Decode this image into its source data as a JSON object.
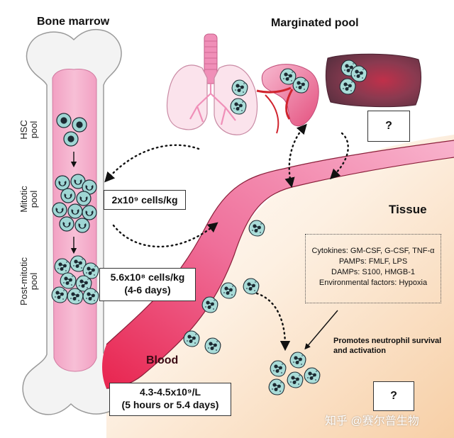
{
  "headings": {
    "bone_marrow": "Bone marrow",
    "marginated_pool": "Marginated pool",
    "tissue": "Tissue",
    "blood": "Blood"
  },
  "marrow_pools": {
    "hsc": [
      "HSC",
      "pool"
    ],
    "mitotic": [
      "Mitotic",
      "pool"
    ],
    "post_mitotic": [
      "Post-mitotic",
      "pool"
    ]
  },
  "boxes": {
    "marginated_count": "2x10⁹ cells/kg",
    "marrow_count": [
      "5.6x10⁸ cells/kg",
      "(4-6 days)"
    ],
    "blood_count": [
      "4.3-4.5x10⁹/L",
      "(5 hours or 5.4 days)"
    ],
    "unknown_marginated": "?",
    "unknown_tissue": "?"
  },
  "factors": {
    "cytokines": "Cytokines: GM-CSF, G-CSF, TNF-α",
    "pamps": "PAMPs: FMLF, LPS",
    "damps": "DAMPs: S100, HMGB-1",
    "environmental": "Environmental factors: Hypoxia"
  },
  "promotes_note": [
    "Promotes neutrophil survival",
    "and activation"
  ],
  "watermark": "知乎 @赛尔普生物",
  "colors": {
    "marrow_pink": "#f4a7c8",
    "vessel_pink": "#ec5b8e",
    "tissue_peach": "#fbe0c4",
    "cell_teal": "#8fcfcf",
    "cell_dark": "#1c2a33"
  }
}
